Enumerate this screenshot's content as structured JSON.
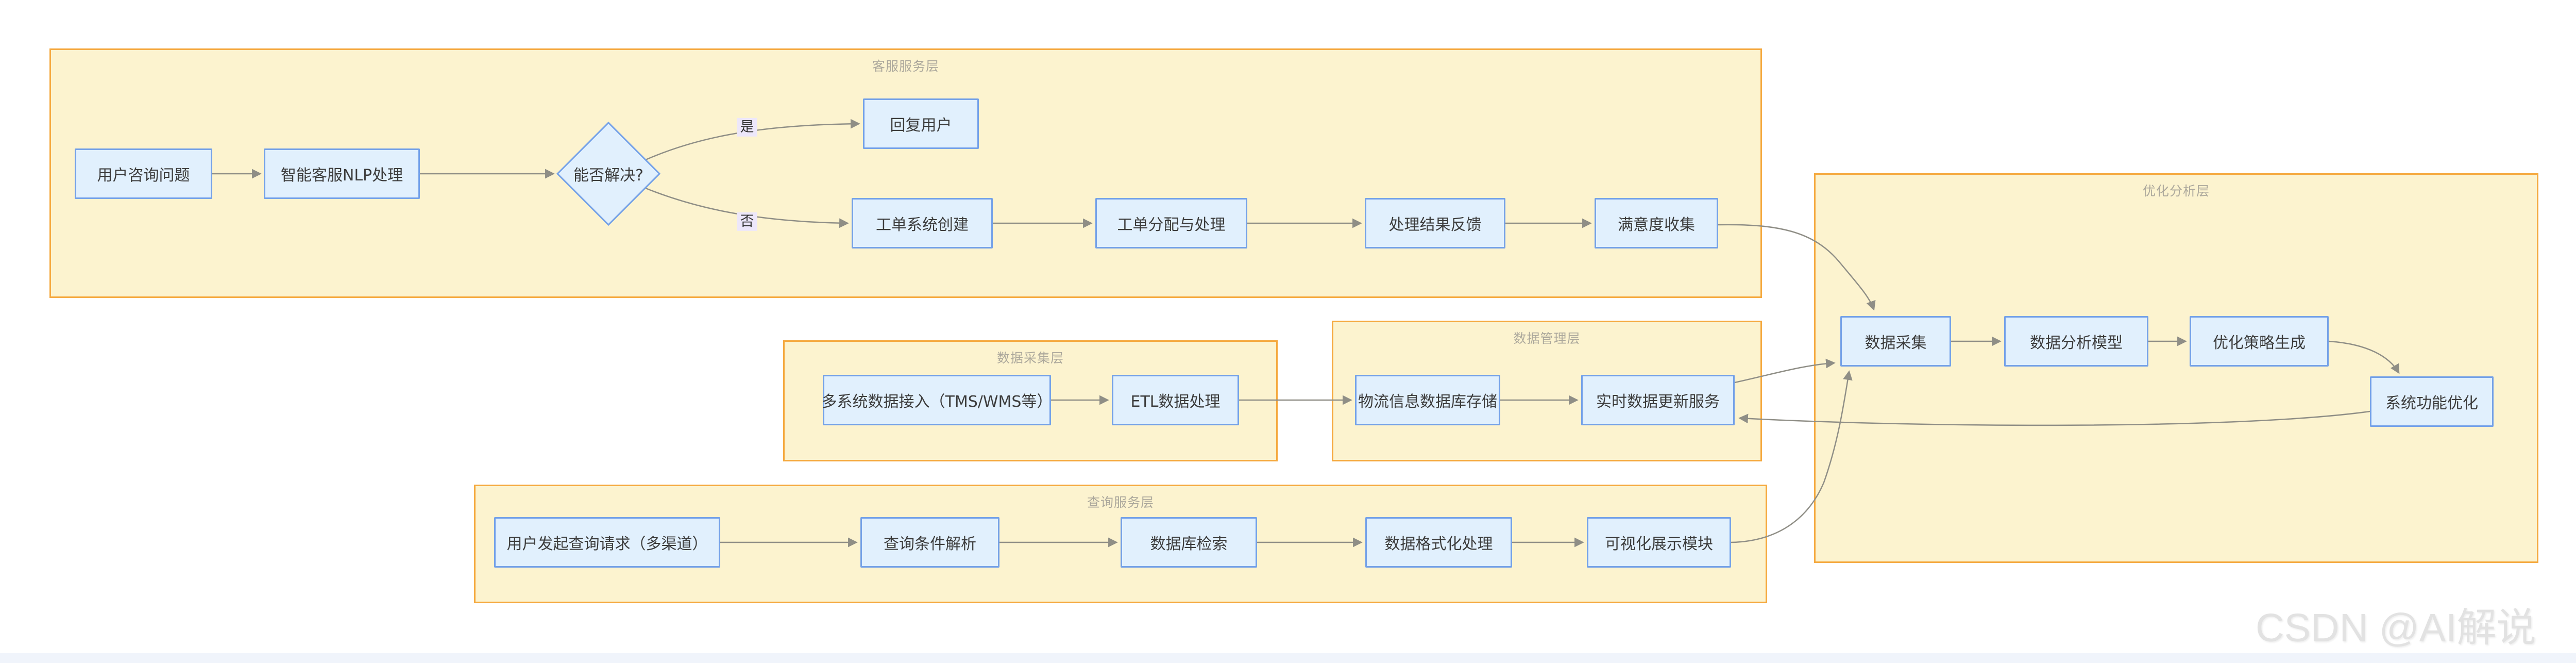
{
  "watermark": "CSDN @AI解说",
  "containers": {
    "customer_service": {
      "label": "客服服务层"
    },
    "data_collection": {
      "label": "数据采集层"
    },
    "data_management": {
      "label": "数据管理层"
    },
    "query_service": {
      "label": "查询服务层"
    },
    "optimization": {
      "label": "优化分析层"
    }
  },
  "nodes": {
    "user_inquiry": {
      "label": "用户咨询问题"
    },
    "nlp_processing": {
      "label": "智能客服NLP处理"
    },
    "decision": {
      "label": "能否解决?"
    },
    "reply_user": {
      "label": "回复用户"
    },
    "ticket_create": {
      "label": "工单系统创建"
    },
    "ticket_assign": {
      "label": "工单分配与处理"
    },
    "result_feedback": {
      "label": "处理结果反馈"
    },
    "satisfaction": {
      "label": "满意度收集"
    },
    "multi_system_access": {
      "label": "多系统数据接入（TMS/WMS等）"
    },
    "etl_processing": {
      "label": "ETL数据处理"
    },
    "logistics_db": {
      "label": "物流信息数据库存储"
    },
    "realtime_update": {
      "label": "实时数据更新服务"
    },
    "query_request": {
      "label": "用户发起查询请求（多渠道）"
    },
    "query_parse": {
      "label": "查询条件解析"
    },
    "db_search": {
      "label": "数据库检索"
    },
    "data_format": {
      "label": "数据格式化处理"
    },
    "visualization": {
      "label": "可视化展示模块"
    },
    "data_collect": {
      "label": "数据采集"
    },
    "analysis_model": {
      "label": "数据分析模型"
    },
    "strategy_gen": {
      "label": "优化策略生成"
    },
    "system_opt": {
      "label": "系统功能优化"
    }
  },
  "edge_labels": {
    "yes": "是",
    "no": "否"
  },
  "colors": {
    "container_fill": "#FCF3CF",
    "container_stroke": "#F5A93F",
    "node_fill": "#E1F0FD",
    "node_stroke": "#74A1E8",
    "node_text": "#3C3C3C",
    "edge_stroke": "#8F8E86",
    "edge_label_bg": "#EDE7FA",
    "edge_label_text": "#333333",
    "container_label_text": "#ACA89C",
    "watermark_text": "#E2E2E2",
    "footer_bar": "#F0F4FB"
  }
}
